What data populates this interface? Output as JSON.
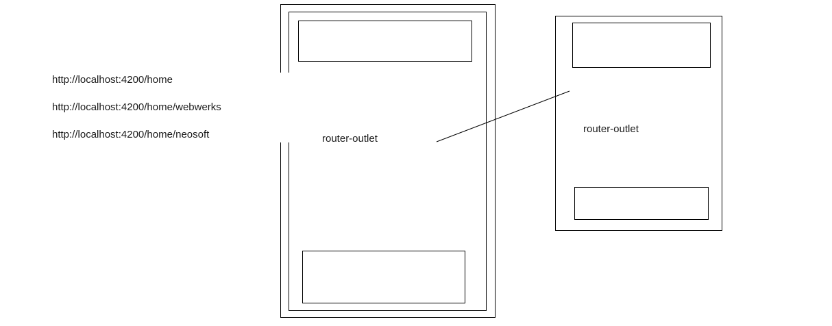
{
  "urls": [
    "http://localhost:4200/home",
    "http://localhost:4200/home/webwerks",
    "http://localhost:4200/home/neosoft"
  ],
  "left_frame": {
    "outlet_label": "router-outlet"
  },
  "right_frame": {
    "outlet_label": "router-outlet"
  },
  "colors": {
    "stroke": "#000000",
    "text": "#1a1a1a",
    "background": "#ffffff"
  }
}
